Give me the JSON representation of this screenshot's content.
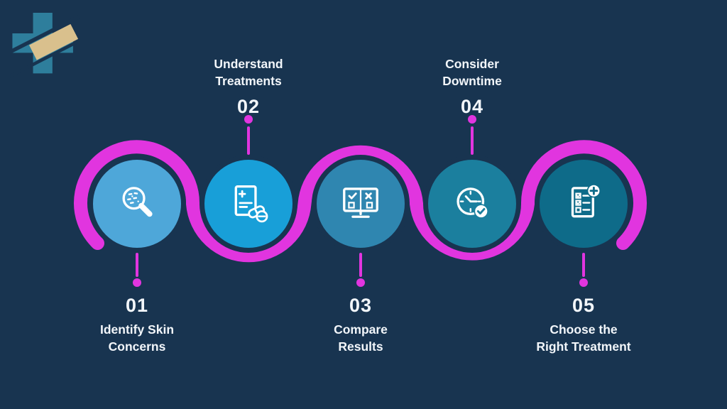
{
  "colors": {
    "background": "#183450",
    "accent_magenta": "#e135df",
    "text": "#f2f6fa",
    "logo_teal": "#2e7e9c",
    "logo_tan": "#d9c08d"
  },
  "logo": {
    "name": "medical-cross-logo"
  },
  "steps": [
    {
      "number": "01",
      "label_lines": [
        "Identify Skin",
        "Concerns"
      ],
      "label_position": "below",
      "circle_color": "#4ea7d9",
      "icon": "magnifier-skin-icon"
    },
    {
      "number": "02",
      "label_lines": [
        "Understand",
        "Treatments"
      ],
      "label_position": "above",
      "circle_color": "#189fd8",
      "icon": "prescription-pills-icon"
    },
    {
      "number": "03",
      "label_lines": [
        "Compare",
        "Results"
      ],
      "label_position": "below",
      "circle_color": "#2f86b0",
      "icon": "comparison-monitor-icon"
    },
    {
      "number": "04",
      "label_lines": [
        "Consider",
        "Downtime"
      ],
      "label_position": "above",
      "circle_color": "#1b7f9e",
      "icon": "clock-check-icon"
    },
    {
      "number": "05",
      "label_lines": [
        "Choose the",
        "Right Treatment"
      ],
      "label_position": "below",
      "circle_color": "#0e6b89",
      "icon": "checklist-plus-icon"
    }
  ]
}
